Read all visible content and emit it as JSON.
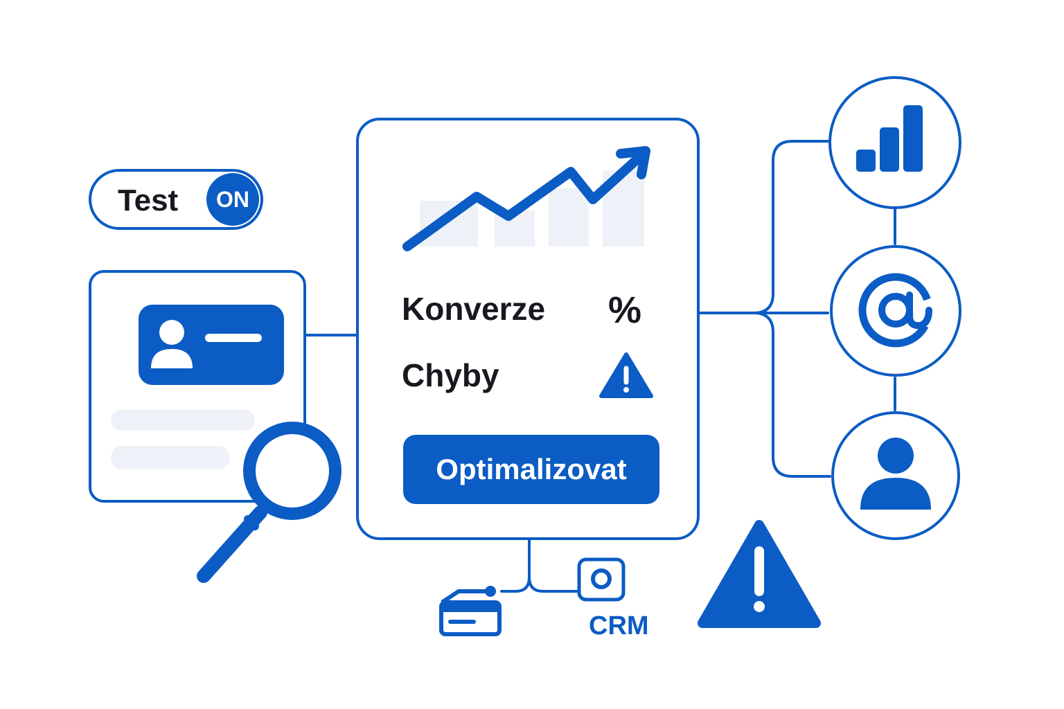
{
  "colors": {
    "accent": "#0b5cc4",
    "text": "#17191f",
    "muted_fill": "#eef1f7"
  },
  "toggle": {
    "label": "Test",
    "state": "ON"
  },
  "main_card": {
    "metrics": [
      {
        "label": "Konverze",
        "value": "%"
      },
      {
        "label": "Chyby",
        "icon": "warning-icon"
      }
    ],
    "button_label": "Optimalizovat",
    "chart_icon": "trend-up-chart-icon"
  },
  "profile_card": {
    "icon": "user-card-icon"
  },
  "search": {
    "icon": "magnifier-icon"
  },
  "integrations": [
    {
      "icon": "bar-chart-icon"
    },
    {
      "icon": "at-sign-icon",
      "glyph": "@"
    },
    {
      "icon": "user-icon"
    }
  ],
  "crm": {
    "label": "CRM",
    "icon": "crm-icon"
  },
  "card_icon": "credit-card-icon",
  "alert": {
    "icon": "warning-icon",
    "glyph": "!"
  }
}
